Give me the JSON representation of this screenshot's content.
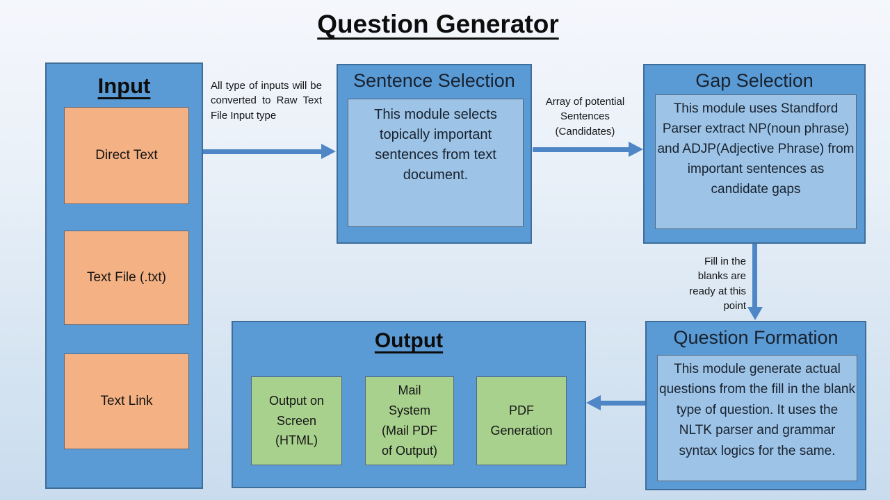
{
  "title": "Question Generator",
  "colors": {
    "container_blue": "#5B9BD5",
    "container_border": "#3F6D99",
    "inner_blue": "#9DC3E6",
    "orange": "#F4B183",
    "green": "#A9D18E",
    "arrow": "#4E86C6"
  },
  "input": {
    "header": "Input",
    "items": [
      {
        "label": "Direct Text"
      },
      {
        "label": "Text File (.txt)"
      },
      {
        "label": "Text Link"
      }
    ]
  },
  "modules": {
    "sentence_selection": {
      "header": "Sentence Selection",
      "body": "This module selects topically important sentences from text document."
    },
    "gap_selection": {
      "header": "Gap Selection",
      "body": "This module uses Standford Parser extract NP(noun phrase) and ADJP(Adjective Phrase) from important sentences as candidate gaps"
    },
    "question_formation": {
      "header": "Question Formation",
      "body": "This module generate actual questions from the fill in the blank type of question. It uses the NLTK parser and grammar syntax logics for the same."
    }
  },
  "output": {
    "header": "Output",
    "items": [
      {
        "label": "Output on\nScreen\n(HTML)"
      },
      {
        "label": "Mail\nSystem\n(Mail PDF\nof Output)"
      },
      {
        "label": "PDF\nGeneration"
      }
    ]
  },
  "arrows": {
    "input_to_sentence": "All type of inputs will be converted to Raw Text File Input type",
    "sentence_to_gap": "Array of potential\nSentences\n(Candidates)",
    "gap_to_question": "Fill in the\nblanks are\nready at this\npoint"
  }
}
